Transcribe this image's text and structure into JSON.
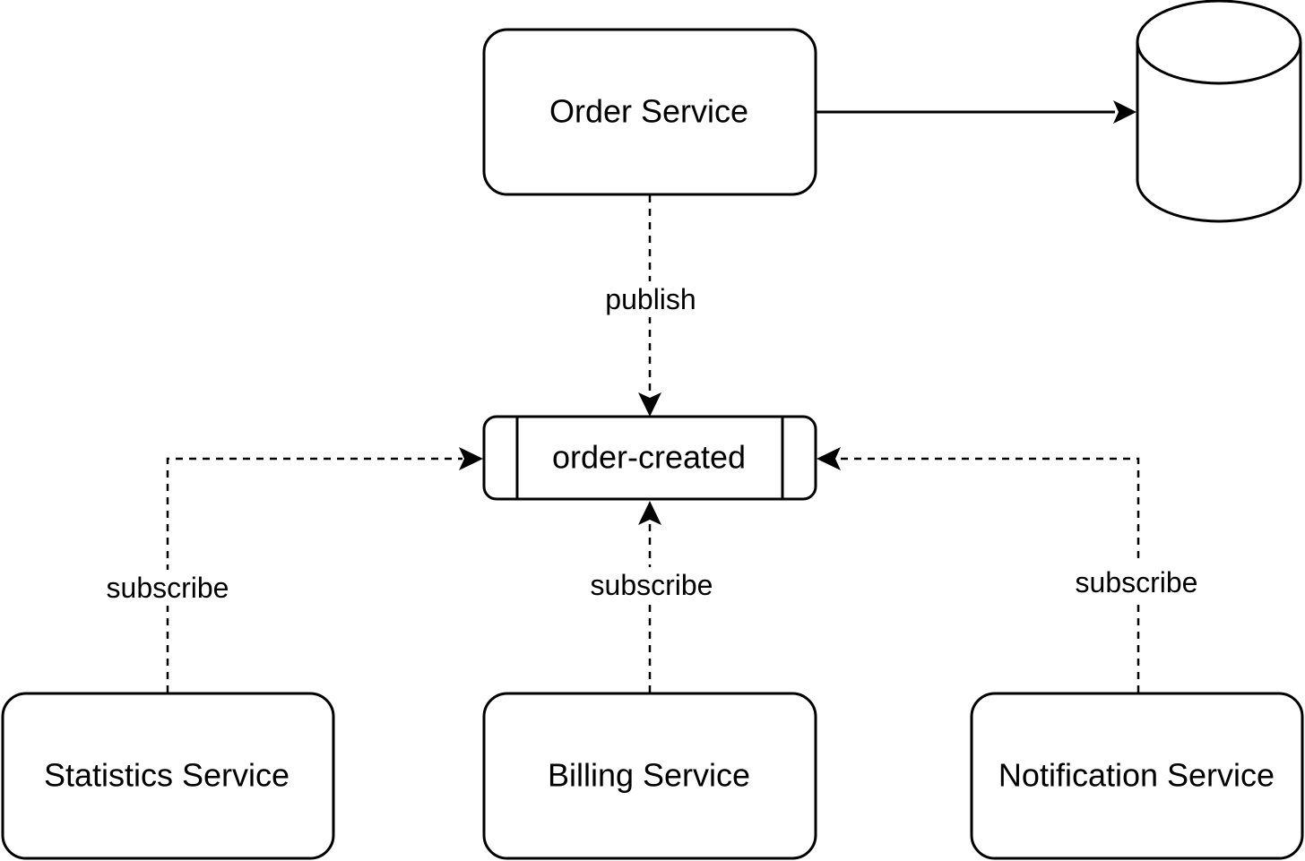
{
  "nodes": {
    "order_service": "Order Service",
    "topic": "order-created",
    "statistics_service": "Statistics Service",
    "billing_service": "Billing Service",
    "notification_service": "Notification Service"
  },
  "edges": {
    "publish": "publish",
    "subscribe_statistics": "subscribe",
    "subscribe_billing": "subscribe",
    "subscribe_notification": "subscribe"
  },
  "icons": {
    "database": "database-cylinder-icon"
  },
  "colors": {
    "stroke": "#000000",
    "fill": "#ffffff"
  }
}
